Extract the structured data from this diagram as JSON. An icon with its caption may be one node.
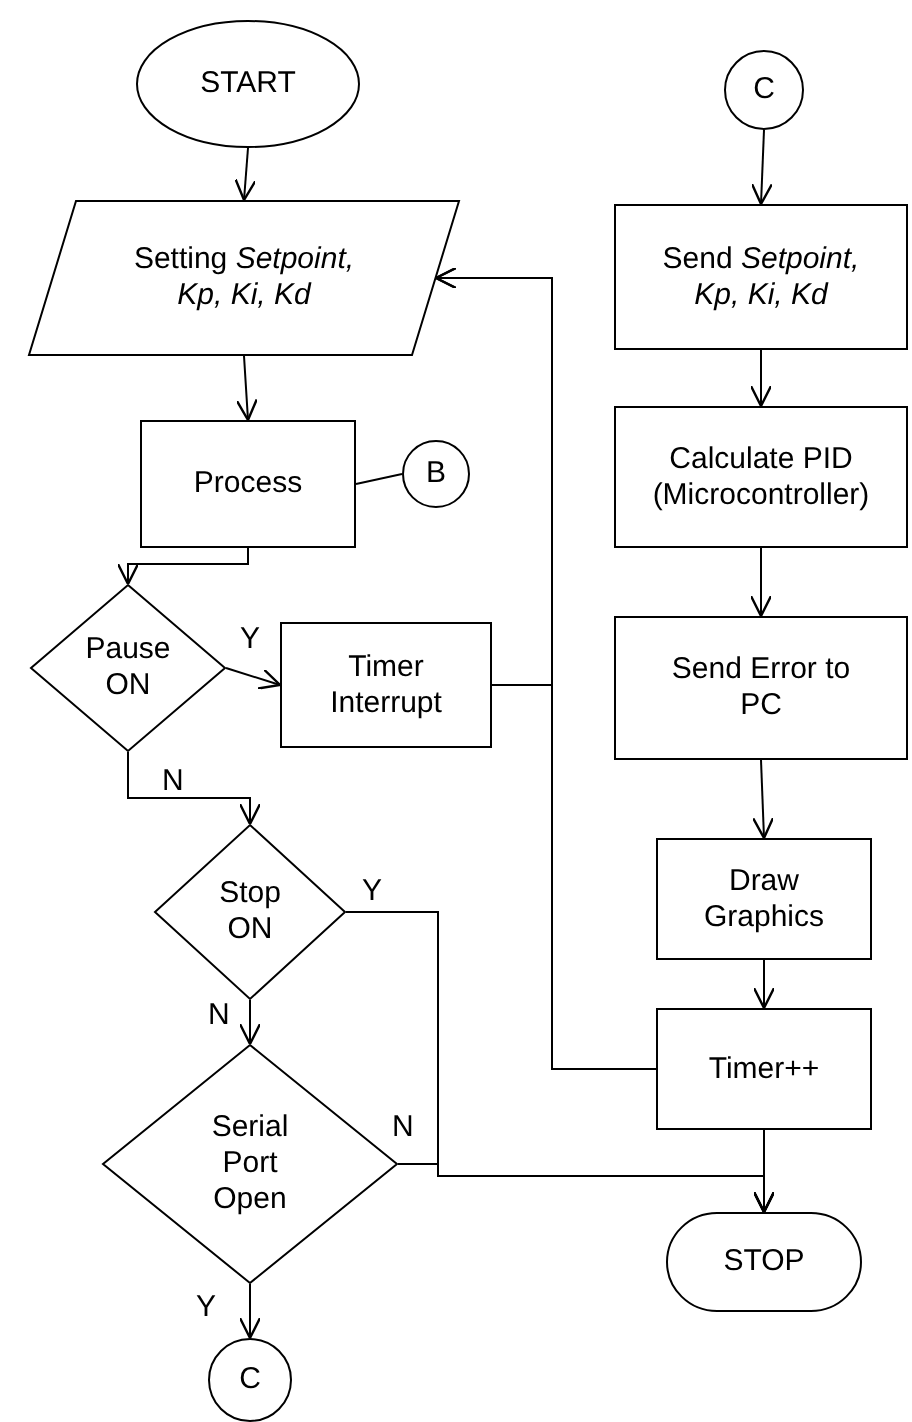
{
  "diagram": {
    "nodes": [
      {
        "text": [
          "START"
        ]
      },
      {
        "text": [
          "Setting *Setpoint, Kp, Ki, Kd*"
        ]
      },
      {
        "text": [
          "Process"
        ]
      },
      {
        "text": [
          "B"
        ]
      },
      {
        "text": [
          "Pause ON"
        ]
      },
      {
        "text": [
          "Timer Interrupt"
        ]
      },
      {
        "text": [
          "Stop ON"
        ]
      },
      {
        "text": [
          "Serial Port Open"
        ]
      },
      {
        "text": [
          "C"
        ]
      },
      {
        "text": [
          "C"
        ]
      },
      {
        "text": [
          "Send *Setpoint, Kp, Ki, Kd*"
        ]
      },
      {
        "text": [
          "Calculate PID (Microcontroller)"
        ]
      },
      {
        "text": [
          "Send Error to PC"
        ]
      },
      {
        "text": [
          "Draw Graphics"
        ]
      },
      {
        "text": [
          "Timer++"
        ]
      },
      {
        "text": [
          "STOP"
        ]
      }
    ],
    "edges": [
      {
        "from": 0,
        "to": 1,
        "arrow": "to"
      },
      {
        "from": 1,
        "to": 2,
        "arrow": "to"
      },
      {
        "from": 2,
        "to": 3,
        "arrow": "none"
      },
      {
        "from": 2,
        "to": 4,
        "arrow": "to"
      },
      {
        "from": 4,
        "to": 5,
        "arrow": "to",
        "label": "Y"
      },
      {
        "from": 4,
        "to": 6,
        "arrow": "to",
        "label": "N"
      },
      {
        "from": 5,
        "to": 1,
        "arrow": "to"
      },
      {
        "from": 14,
        "to": 1,
        "arrow": "to"
      },
      {
        "from": 6,
        "to": 15,
        "arrow": "to",
        "label": "Y"
      },
      {
        "from": 6,
        "to": 7,
        "arrow": "to",
        "label": "N"
      },
      {
        "from": 7,
        "to": 15,
        "arrow": "to",
        "label": "N"
      },
      {
        "from": 7,
        "to": 8,
        "arrow": "to",
        "label": "Y"
      },
      {
        "from": 9,
        "to": 10,
        "arrow": "to"
      },
      {
        "from": 10,
        "to": 11,
        "arrow": "to"
      },
      {
        "from": 11,
        "to": 12,
        "arrow": "to"
      },
      {
        "from": 12,
        "to": 13,
        "arrow": "to"
      },
      {
        "from": 13,
        "to": 14,
        "arrow": "to"
      },
      {
        "from": 14,
        "to": 15,
        "arrow": "to"
      }
    ]
  }
}
